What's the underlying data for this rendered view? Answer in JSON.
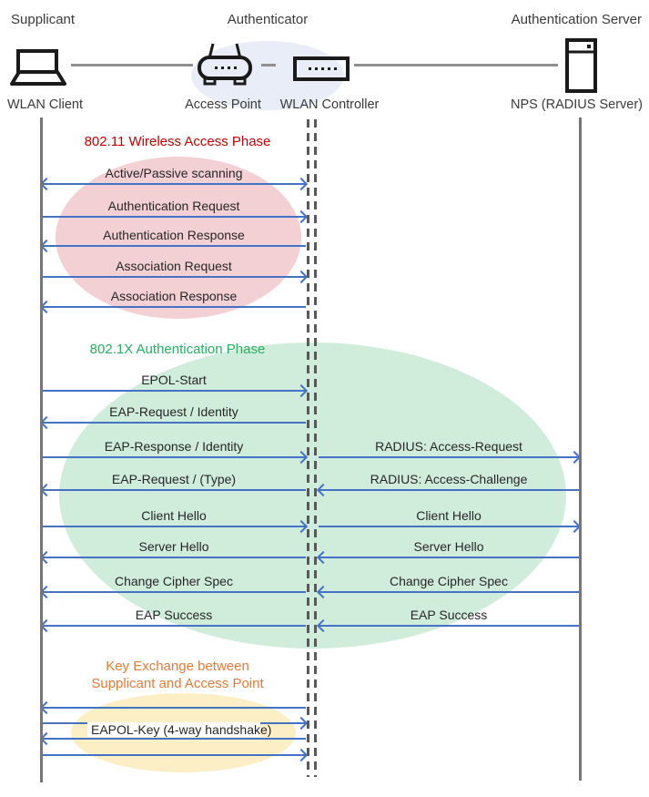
{
  "header": {
    "roles": [
      {
        "label": "Supplicant"
      },
      {
        "label": "Authenticator"
      },
      {
        "label": "Authentication Server"
      }
    ],
    "devices": [
      {
        "label": "WLAN Client",
        "icon": "laptop-icon"
      },
      {
        "label": "Access Point",
        "icon": "access-point-icon"
      },
      {
        "label": "WLAN Controller",
        "icon": "wlan-controller-icon"
      },
      {
        "label": "NPS (RADIUS Server)",
        "icon": "server-icon"
      }
    ]
  },
  "phases": [
    {
      "id": "phase-802-11-wireless-access",
      "title": "802.11 Wireless Access Phase",
      "title_color": "#C00000",
      "ellipse_color": "#F3D0D4",
      "messages": [
        {
          "label": "Active/Passive scanning",
          "direction": "both"
        },
        {
          "label": "Authentication Request",
          "direction": "right"
        },
        {
          "label": "Authentication Response",
          "direction": "left"
        },
        {
          "label": "Association Request",
          "direction": "right"
        },
        {
          "label": "Association Response",
          "direction": "left"
        }
      ]
    },
    {
      "id": "phase-802-1x-authentication",
      "title": "802.1X Authentication Phase",
      "title_color": "#27AE60",
      "ellipse_color": "#D0EDDC",
      "messages_client_side": [
        {
          "label": "EPOL-Start",
          "direction": "right"
        },
        {
          "label": "EAP-Request / Identity",
          "direction": "left"
        },
        {
          "label": "EAP-Response / Identity",
          "direction": "right"
        },
        {
          "label": "EAP-Request / (Type)",
          "direction": "left"
        },
        {
          "label": "Client Hello",
          "direction": "right"
        },
        {
          "label": "Server Hello",
          "direction": "left"
        },
        {
          "label": "Change Cipher Spec",
          "direction": "left"
        },
        {
          "label": "EAP Success",
          "direction": "left"
        }
      ],
      "messages_server_side": [
        {
          "label": "RADIUS: Access-Request",
          "direction": "right"
        },
        {
          "label": "RADIUS: Access-Challenge",
          "direction": "left"
        },
        {
          "label": "Client Hello",
          "direction": "right"
        },
        {
          "label": "Server Hello",
          "direction": "left"
        },
        {
          "label": "Change Cipher Spec",
          "direction": "left"
        },
        {
          "label": "EAP Success",
          "direction": "left"
        }
      ]
    },
    {
      "id": "phase-key-exchange",
      "title_line1": "Key Exchange between",
      "title_line2": "Supplicant and Access Point",
      "title_color": "#E07C39",
      "ellipse_color": "#FCEEC5",
      "messages": [
        {
          "label": "",
          "direction": "left"
        },
        {
          "label": "",
          "direction": "right"
        },
        {
          "label": "EAPOL-Key (4-way handshake)",
          "direction": "left"
        },
        {
          "label": "",
          "direction": "right"
        }
      ]
    }
  ],
  "colors": {
    "arrow": "#4472C4",
    "lifeline_solid": "#767676",
    "lifeline_dashed": "#595959",
    "authenticator_group_ellipse": "#E9EDF8",
    "phase_red_title": "#C00000",
    "phase_red_fill": "#F3D0D4",
    "phase_green_title": "#27AE60",
    "phase_green_fill": "#D0EDDC",
    "phase_orange_title": "#E07C39",
    "phase_yellow_fill": "#FCEEC5"
  }
}
